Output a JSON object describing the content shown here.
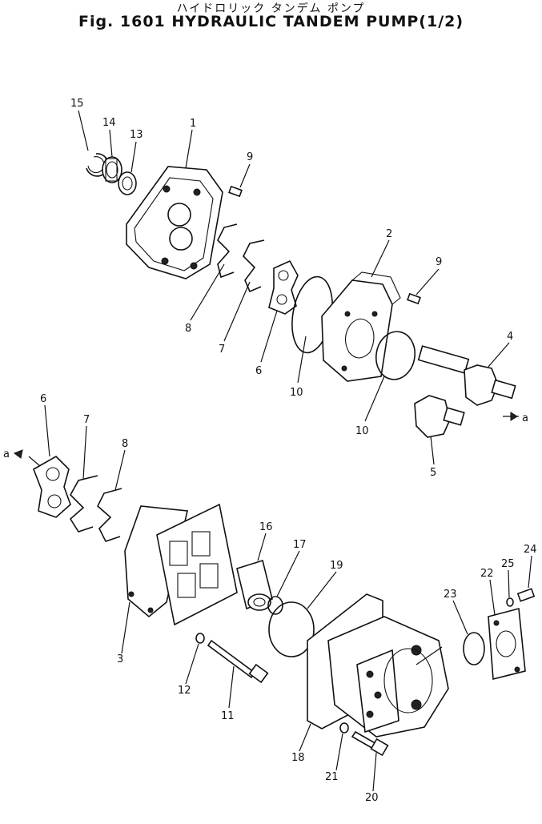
{
  "title_jp": "ハイドロリック タンデム ポンプ",
  "title_en": "Fig. 1601 HYDRAULIC TANDEM PUMP(1/2)",
  "callouts": [
    {
      "id": "c15",
      "text": "15"
    },
    {
      "id": "c14",
      "text": "14"
    },
    {
      "id": "c13",
      "text": "13"
    },
    {
      "id": "c1",
      "text": "1"
    },
    {
      "id": "c9a",
      "text": "9"
    },
    {
      "id": "c2",
      "text": "2"
    },
    {
      "id": "c9b",
      "text": "9"
    },
    {
      "id": "c8a",
      "text": "8"
    },
    {
      "id": "c7a",
      "text": "7"
    },
    {
      "id": "c6a",
      "text": "6"
    },
    {
      "id": "c10a",
      "text": "10"
    },
    {
      "id": "c4",
      "text": "4"
    },
    {
      "id": "c10b",
      "text": "10"
    },
    {
      "id": "c5",
      "text": "5"
    },
    {
      "id": "ca1",
      "text": "a"
    },
    {
      "id": "c6b",
      "text": "6"
    },
    {
      "id": "c7b",
      "text": "7"
    },
    {
      "id": "c8b",
      "text": "8"
    },
    {
      "id": "ca2",
      "text": "a"
    },
    {
      "id": "c16",
      "text": "16"
    },
    {
      "id": "c17",
      "text": "17"
    },
    {
      "id": "c19",
      "text": "19"
    },
    {
      "id": "c3",
      "text": "3"
    },
    {
      "id": "c12",
      "text": "12"
    },
    {
      "id": "c11",
      "text": "11"
    },
    {
      "id": "c23",
      "text": "23"
    },
    {
      "id": "c22",
      "text": "22"
    },
    {
      "id": "c25",
      "text": "25"
    },
    {
      "id": "c24",
      "text": "24"
    },
    {
      "id": "c18",
      "text": "18"
    },
    {
      "id": "c21",
      "text": "21"
    },
    {
      "id": "c20",
      "text": "20"
    }
  ]
}
